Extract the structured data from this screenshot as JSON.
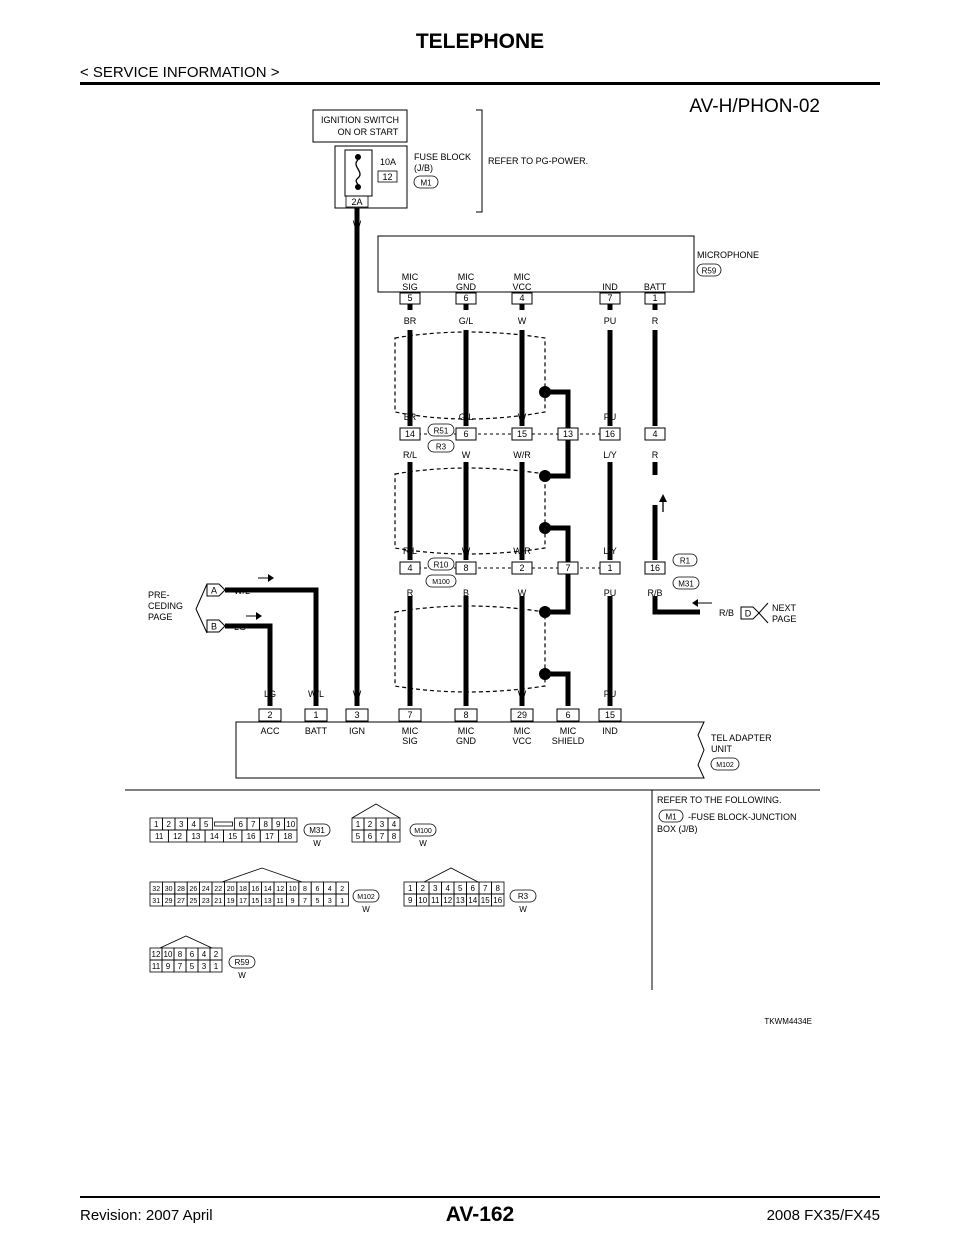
{
  "header": {
    "title": "TELEPHONE",
    "section": "< SERVICE INFORMATION >"
  },
  "footer": {
    "revision": "Revision: 2007 April",
    "page": "AV-162",
    "model": "2008 FX35/FX45"
  },
  "diagram": {
    "code": "AV-H/PHON-02",
    "figure_id": "TKWM4434E",
    "ignition": {
      "line1": "IGNITION SWITCH",
      "line2": "ON OR START"
    },
    "fuse": {
      "rating": "10A",
      "number": "12",
      "label1": "FUSE BLOCK",
      "label2": "(J/B)",
      "connector": "M1",
      "terminal": "2A",
      "refer": "REFER TO PG-POWER."
    },
    "ign_wire_color": "W",
    "microphone": {
      "name": "MICROPHONE",
      "connector": "R59",
      "pins": [
        {
          "l1": "MIC",
          "l2": "SIG",
          "num": "5",
          "color": "BR"
        },
        {
          "l1": "MIC",
          "l2": "GND",
          "num": "6",
          "color": "G/L"
        },
        {
          "l1": "MIC",
          "l2": "VCC",
          "num": "4",
          "color": "W"
        },
        {
          "l1": "",
          "l2": "IND",
          "num": "7",
          "color": "PU"
        },
        {
          "l1": "",
          "l2": "BATT",
          "num": "1",
          "color": "R"
        }
      ]
    },
    "jc1": {
      "conn_a": "R51",
      "conn_b": "R3",
      "top_colors": [
        "BR",
        "G/L",
        "W",
        "PU",
        "R"
      ],
      "pins": [
        "14",
        "6",
        "15",
        "13",
        "16",
        "4"
      ],
      "bottom_colors": [
        "R/L",
        "W",
        "W/R",
        "L/Y",
        "R"
      ]
    },
    "jc2": {
      "conn_a": "R10",
      "conn_b": "M100",
      "conn_c": "R1",
      "conn_d": "M31",
      "top_colors": [
        "R/L",
        "W",
        "W/R",
        "L/Y",
        "R"
      ],
      "pins": [
        "4",
        "8",
        "2",
        "7",
        "1",
        "16"
      ],
      "bottom_colors": [
        "R",
        "B",
        "W",
        "PU",
        "R/B"
      ]
    },
    "preceding": {
      "label1": "PRE-",
      "label2": "CEDING",
      "label3": "PAGE",
      "a_letter": "A",
      "a_color": "W/L",
      "b_letter": "B",
      "b_color": "LG"
    },
    "next": {
      "letter": "D",
      "color": "R/B",
      "label1": "NEXT",
      "label2": "PAGE"
    },
    "tel_unit": {
      "name1": "TEL ADAPTER",
      "name2": "UNIT",
      "connector": "M102",
      "pins": [
        {
          "color": "LG",
          "num": "2",
          "l1": "ACC",
          "l2": ""
        },
        {
          "color": "W/L",
          "num": "1",
          "l1": "BATT",
          "l2": ""
        },
        {
          "color": "W",
          "num": "3",
          "l1": "IGN",
          "l2": ""
        },
        {
          "color": "R",
          "num": "7",
          "l1": "MIC",
          "l2": "SIG"
        },
        {
          "color": "B",
          "num": "8",
          "l1": "MIC",
          "l2": "GND"
        },
        {
          "color": "W",
          "num": "29",
          "l1": "MIC",
          "l2": "VCC"
        },
        {
          "color": "",
          "num": "6",
          "l1": "MIC",
          "l2": "SHIELD"
        },
        {
          "color": "PU",
          "num": "15",
          "l1": "IND",
          "l2": ""
        }
      ]
    },
    "refer_box": {
      "line1": "REFER TO THE FOLLOWING.",
      "conn": "M1",
      "line2": "-FUSE BLOCK-JUNCTION",
      "line3": "BOX (J/B)"
    },
    "connectors": {
      "m31": {
        "id": "M31",
        "color": "W",
        "row1": [
          "1",
          "2",
          "3",
          "4",
          "5",
          "6",
          "7",
          "8",
          "9",
          "10"
        ],
        "row2": [
          "11",
          "12",
          "13",
          "14",
          "15",
          "16",
          "17",
          "18"
        ]
      },
      "m100": {
        "id": "M100",
        "color": "W",
        "row1": [
          "1",
          "2",
          "3",
          "4"
        ],
        "row2": [
          "5",
          "6",
          "7",
          "8"
        ]
      },
      "m102": {
        "id": "M102",
        "color": "W",
        "row1": [
          "32",
          "30",
          "28",
          "26",
          "24",
          "22",
          "20",
          "18",
          "16",
          "14",
          "12",
          "10",
          "8",
          "6",
          "4",
          "2"
        ],
        "row2": [
          "31",
          "29",
          "27",
          "25",
          "23",
          "21",
          "19",
          "17",
          "15",
          "13",
          "11",
          "9",
          "7",
          "5",
          "3",
          "1"
        ]
      },
      "r3": {
        "id": "R3",
        "color": "W",
        "row1": [
          "1",
          "2",
          "3",
          "4",
          "5",
          "6",
          "7",
          "8"
        ],
        "row2": [
          "9",
          "10",
          "11",
          "12",
          "13",
          "14",
          "15",
          "16"
        ]
      },
      "r59": {
        "id": "R59",
        "color": "W",
        "row1": [
          "12",
          "10",
          "8",
          "6",
          "4",
          "2"
        ],
        "row2": [
          "11",
          "9",
          "7",
          "5",
          "3",
          "1"
        ]
      }
    }
  }
}
